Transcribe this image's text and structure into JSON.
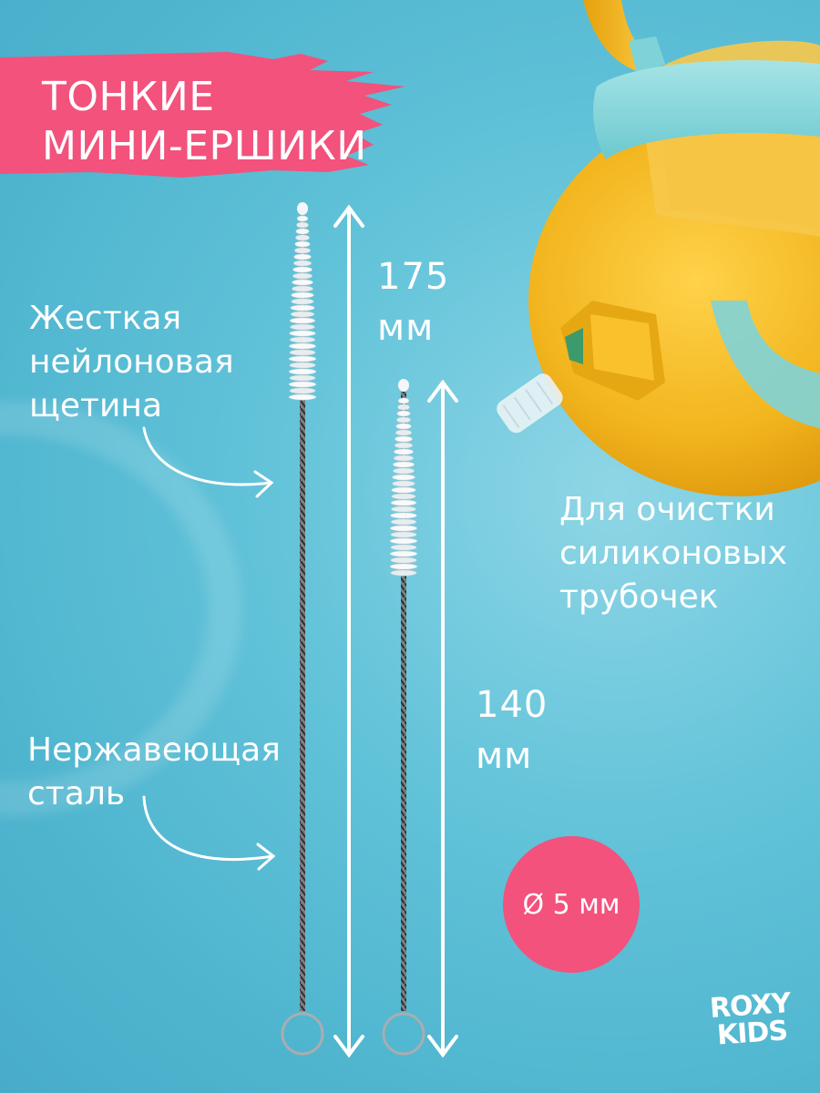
{
  "banner": {
    "line1": "ТОНКИЕ",
    "line2": "МИНИ-ЕРШИКИ",
    "color": "#f2527c"
  },
  "labels": {
    "bristle": [
      "Жесткая",
      "нейлоновая",
      "щетина"
    ],
    "steel": [
      "Нержавеющая",
      "сталь"
    ],
    "cleaning": [
      "Для очистки",
      "силиконовых",
      "трубочек"
    ]
  },
  "measurements": {
    "long": {
      "value": "175",
      "unit": "мм"
    },
    "short": {
      "value": "140",
      "unit": "мм"
    }
  },
  "diameter_badge": {
    "text": "Ø 5 мм",
    "color": "#f2527c"
  },
  "logo": {
    "line1": "ROXY",
    "line2": "KIDS"
  },
  "colors": {
    "background": "#5bbfd6",
    "cup_yellow": "#f2b51e",
    "cup_band": "#7fd3d8"
  },
  "icons": [
    "long-brush",
    "short-brush",
    "dimension-arrow",
    "curved-arrow",
    "sippy-cup"
  ]
}
